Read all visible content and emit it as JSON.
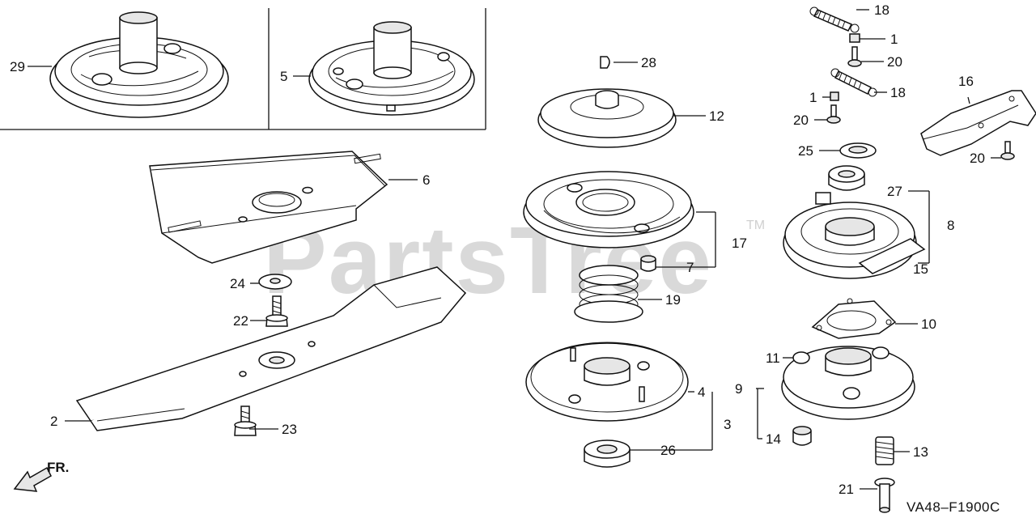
{
  "watermark": "PartsTree",
  "trademark": "TM",
  "diagram_code": "VA48–F1900C",
  "direction_label": "FR.",
  "labels": {
    "p1a": "1",
    "p1b": "1",
    "p2": "2",
    "p3": "3",
    "p4": "4",
    "p5": "5",
    "p6": "6",
    "p7": "7",
    "p8": "8",
    "p9": "9",
    "p10": "10",
    "p11": "11",
    "p12": "12",
    "p13": "13",
    "p14": "14",
    "p15": "15",
    "p16": "16",
    "p17": "17",
    "p18a": "18",
    "p18b": "18",
    "p19": "19",
    "p20a": "20",
    "p20b": "20",
    "p20c": "20",
    "p21": "21",
    "p22": "22",
    "p23": "23",
    "p24": "24",
    "p25": "25",
    "p26": "26",
    "p27": "27",
    "p28": "28",
    "p29": "29"
  }
}
